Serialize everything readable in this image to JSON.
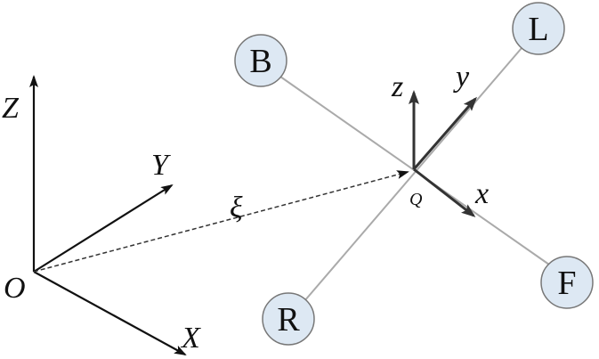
{
  "world_frame": {
    "origin_label": "O",
    "axis_x_label": "X",
    "axis_y_label": "Y",
    "axis_z_label": "Z"
  },
  "body_frame": {
    "origin_label": "Q",
    "axis_x_label": "x",
    "axis_y_label": "y",
    "axis_z_label": "z"
  },
  "position_vector_label": "ξ",
  "nodes": {
    "b": "B",
    "l": "L",
    "r": "R",
    "f": "F"
  },
  "colors": {
    "axis": "#111111",
    "body_axis": "#333333",
    "node_fill": "#dde8f3",
    "node_stroke": "#777777",
    "link_line": "#aaaaaa",
    "dashed_vector": "#333333"
  }
}
